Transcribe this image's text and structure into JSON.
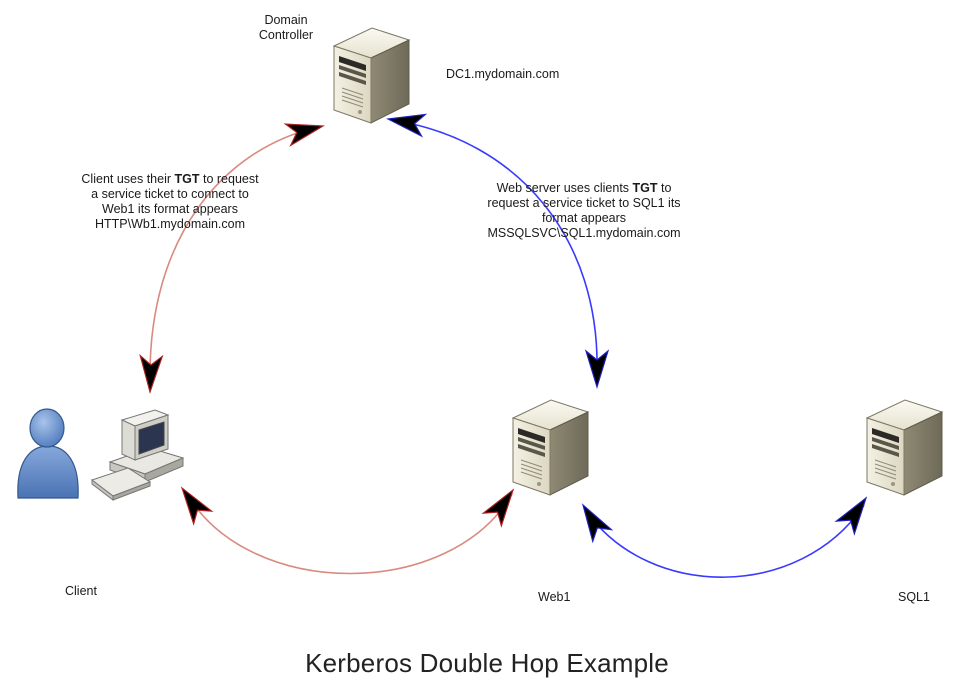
{
  "title": "Kerberos Double Hop Example",
  "nodes": {
    "dc": {
      "label_line1": "Domain",
      "label_line2": "Controller",
      "hostname": "DC1.mydomain.com",
      "icon": "server-icon"
    },
    "client": {
      "label": "Client",
      "icon": "user-workstation-icon"
    },
    "web1": {
      "label": "Web1",
      "icon": "server-icon"
    },
    "sql1": {
      "label": "SQL1",
      "icon": "server-icon"
    }
  },
  "notes": {
    "client_request": {
      "line1_pre": "Client uses their ",
      "line1_bold": "TGT",
      "line1_post": " to request",
      "line2": "a service ticket to connect to",
      "line3": "Web1 its format appears",
      "line4": "HTTP\\Wb1.mydomain.com"
    },
    "web_request": {
      "line1_pre": "Web server uses clients ",
      "line1_bold": "TGT",
      "line1_post": " to",
      "line2": "request a service ticket to SQL1 its",
      "line3": "format appears",
      "line4": "MSSQLSVC\\SQL1.mydomain.com"
    }
  },
  "colors": {
    "client_path": "#d98b7f",
    "web_path": "#3333ff",
    "arrow_fill": "#000000",
    "client_arrow_edge": "#b02020",
    "web_arrow_edge": "#2020c0",
    "user_blue": "#6f96cf"
  }
}
